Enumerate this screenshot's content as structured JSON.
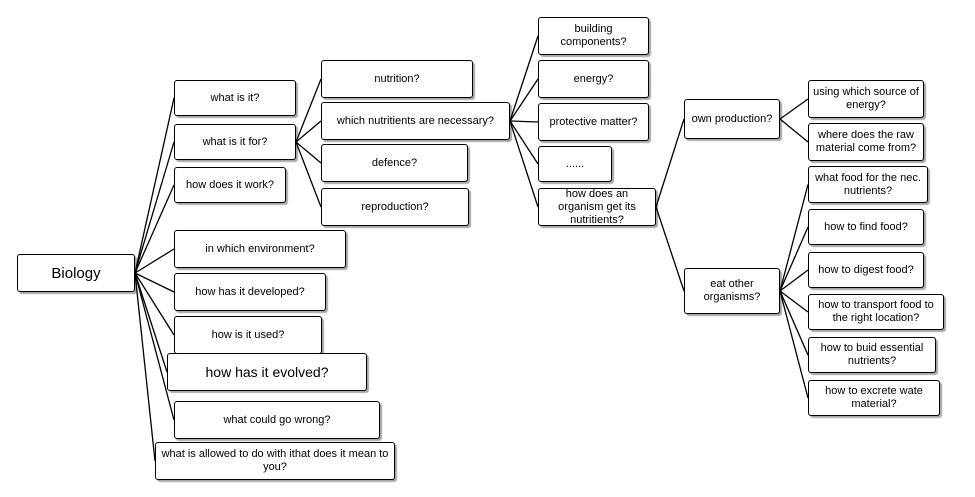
{
  "diagram": {
    "root": {
      "label": "Biology"
    },
    "level1": [
      {
        "id": "what-is-it",
        "label": "what is it?"
      },
      {
        "id": "what-is-it-for",
        "label": "what is it for?"
      },
      {
        "id": "how-does-it-work",
        "label": "how does it work?"
      },
      {
        "id": "in-which-environment",
        "label": "in which environment?"
      },
      {
        "id": "how-has-it-developed",
        "label": "how has it developed?"
      },
      {
        "id": "how-is-it-used",
        "label": "how is it used?"
      },
      {
        "id": "how-has-it-evolved",
        "label": "how has it evolved?"
      },
      {
        "id": "what-could-go-wrong",
        "label": "what could go wrong?"
      },
      {
        "id": "what-is-allowed",
        "label": "what is allowed to do with ithat does it mean to you?"
      }
    ],
    "level2": [
      {
        "id": "nutrition",
        "label": "nutrition?"
      },
      {
        "id": "which-nutrients",
        "label": "which nutritients are necessary?"
      },
      {
        "id": "defence",
        "label": "defence?"
      },
      {
        "id": "reproduction",
        "label": "reproduction?"
      }
    ],
    "level3": [
      {
        "id": "building-components",
        "label": "building components?"
      },
      {
        "id": "energy",
        "label": "energy?"
      },
      {
        "id": "protective-matter",
        "label": "protective matter?"
      },
      {
        "id": "ellipsis",
        "label": "......"
      },
      {
        "id": "how-get-nutrients",
        "label": "how does an organism get its nutritients?"
      }
    ],
    "level4": [
      {
        "id": "own-production",
        "label": "own production?"
      },
      {
        "id": "eat-other-organisms",
        "label": "eat other organisms?"
      }
    ],
    "level5_own": [
      {
        "id": "which-source-energy",
        "label": "using which source of energy?"
      },
      {
        "id": "raw-material",
        "label": "where does the raw material come from?"
      }
    ],
    "level5_eat": [
      {
        "id": "what-food",
        "label": "what food for the nec. nutrients?"
      },
      {
        "id": "find-food",
        "label": "how to find food?"
      },
      {
        "id": "digest-food",
        "label": "how to digest food?"
      },
      {
        "id": "transport-food",
        "label": "how to transport food to the right location?"
      },
      {
        "id": "build-nutrients",
        "label": "how to buid essential nutrients?"
      },
      {
        "id": "excrete-waste",
        "label": "how to excrete wate material?"
      }
    ]
  },
  "colors": {
    "line": "#000000",
    "border": "#000000",
    "background": "#ffffff"
  }
}
